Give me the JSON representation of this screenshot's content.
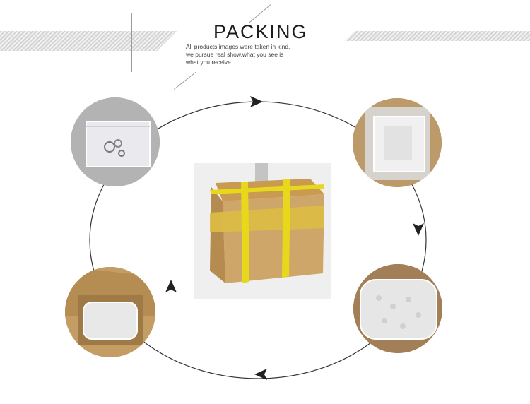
{
  "header": {
    "title": "PACKING",
    "subtitle_lines": [
      "All products images were taken in kind,",
      "we pursue real show,what you see is",
      "what you receive."
    ]
  },
  "colors": {
    "tape_yellow": "#e8d81c",
    "cardboard": "#c9a465",
    "arrow": "#222222",
    "circle_line": "#333333"
  },
  "photos": [
    "small-zip-bag-photo",
    "bubble-wrap-bag-photo",
    "bubble-wrap-pillow-photo",
    "box-with-bubble-wrap-photo",
    "taped-carton-box-photo"
  ]
}
